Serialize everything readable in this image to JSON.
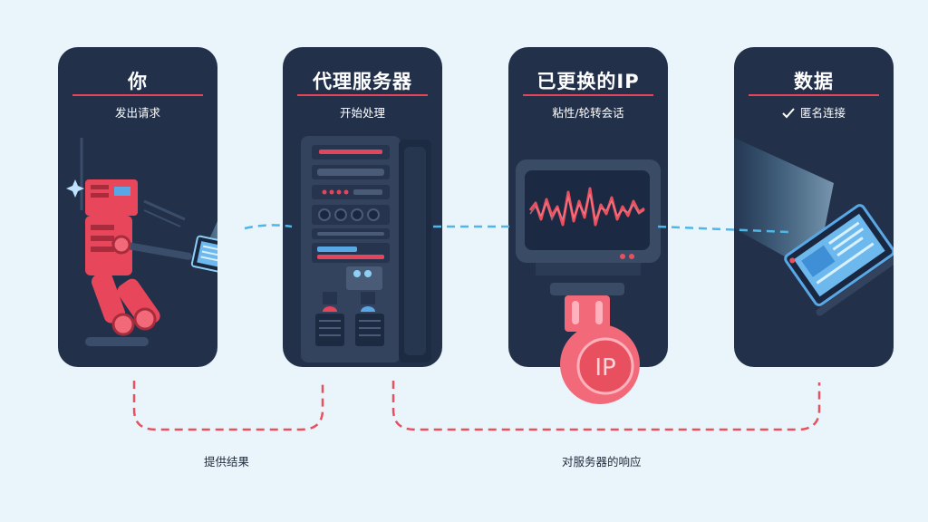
{
  "steps": [
    {
      "title": "你",
      "subtitle": "发出请求"
    },
    {
      "title": "代理服务器",
      "subtitle": "开始处理"
    },
    {
      "title": "已更换的IP",
      "subtitle": "粘性/轮转会话"
    },
    {
      "title": "数据",
      "subtitle": "匿名连接"
    }
  ],
  "ip_badge": "IP",
  "flows": {
    "return_label": "提供结果",
    "response_label": "对服务器的响应"
  },
  "colors": {
    "card": "#22304a",
    "accent_red": "#e4455a",
    "request_line": "#4fb6e8",
    "response_line": "#e8505f",
    "background": "#eaf5fb"
  }
}
